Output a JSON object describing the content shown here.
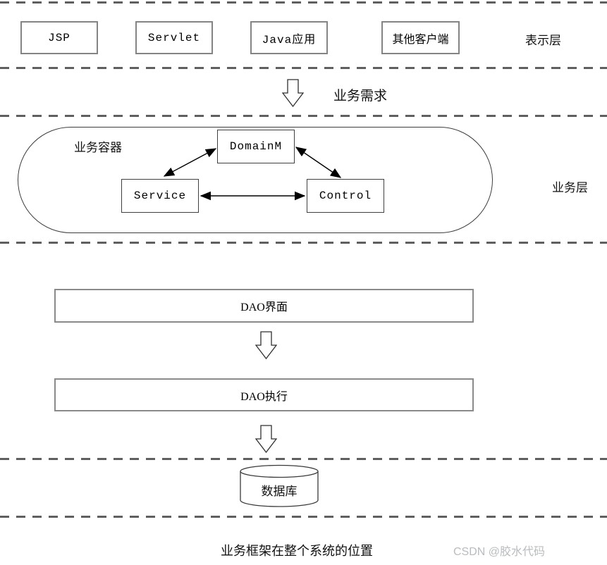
{
  "presentation": {
    "boxes": [
      "JSP",
      "Servlet",
      "Java应用",
      "其他客户端"
    ],
    "layer_label": "表示层"
  },
  "requirement": {
    "label": "业务需求"
  },
  "business": {
    "container_label": "业务容器",
    "domain": "DomainM",
    "service": "Service",
    "control": "Control",
    "layer_label": "业务层"
  },
  "dao": {
    "interface": "DAO界面",
    "execute": "DAO执行"
  },
  "database": {
    "label": "数据库"
  },
  "caption": "业务框架在整个系统的位置",
  "watermark": "CSDN @胶水代码",
  "colors": {
    "line": "#000000",
    "box_border": "#848484",
    "dashed_line": "#5f5f5f",
    "watermark": "#b9bcbe"
  }
}
